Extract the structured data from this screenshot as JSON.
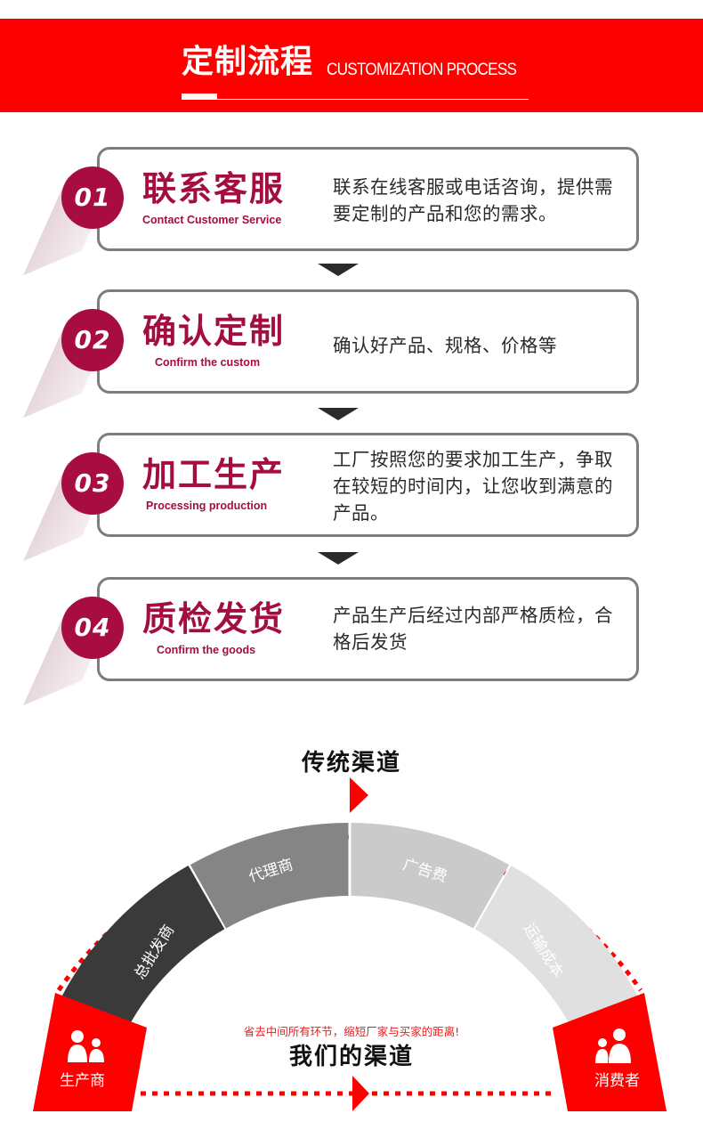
{
  "banner": {
    "title": "定制流程",
    "subtitle": "CUSTOMIZATION PROCESS",
    "background_color": "#fd0000"
  },
  "steps": [
    {
      "number": "01",
      "title": "联系客服",
      "subtitle_en": "Contact Customer Service",
      "description": "联系在线客服或电话咨询，提供需要定制的产品和您的需求。"
    },
    {
      "number": "02",
      "title": "确认定制",
      "subtitle_en": "Confirm the custom",
      "description": "确认好产品、规格、价格等"
    },
    {
      "number": "03",
      "title": "加工生产",
      "subtitle_en": "Processing production",
      "description": "工厂按照您的要求加工生产，争取在较短的时间内，让您收到满意的产品。"
    },
    {
      "number": "04",
      "title": "质检发货",
      "subtitle_en": "Confirm the goods",
      "description": "产品生产后经过内部严格质检，合格后发货"
    }
  ],
  "accent_color": "#a80d42",
  "channel_diagram": {
    "traditional_title": "传统渠道",
    "our_title": "我们的渠道",
    "note": "省去中间所有环节，缩短厂家与买家的距离!",
    "start_node": {
      "label": "生产商",
      "icon": "people-icon"
    },
    "end_node": {
      "label": "消费者",
      "icon": "people-icon"
    },
    "segments": [
      {
        "label": "总批发商",
        "color": "#3a3a3a"
      },
      {
        "label": "代理商",
        "color": "#858585"
      },
      {
        "label": "广告费",
        "color": "#cacaca"
      },
      {
        "label": "运输成本",
        "color": "#e0e0e0"
      }
    ],
    "node_color": "#fd0000"
  }
}
